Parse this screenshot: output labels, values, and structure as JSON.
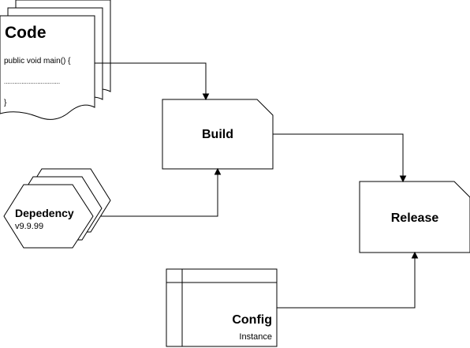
{
  "nodes": {
    "code": {
      "title": "Code",
      "line1": "public void main() {",
      "line2": "................................",
      "line3": "}"
    },
    "build": {
      "label": "Build"
    },
    "release": {
      "label": "Release"
    },
    "dependency": {
      "title": "Depedency",
      "version": "v9.9.99"
    },
    "config": {
      "title": "Config",
      "subtitle": "Instance"
    }
  },
  "edges": [
    {
      "from": "code",
      "to": "build"
    },
    {
      "from": "build",
      "to": "release"
    },
    {
      "from": "dependency",
      "to": "build"
    },
    {
      "from": "config",
      "to": "release"
    }
  ]
}
